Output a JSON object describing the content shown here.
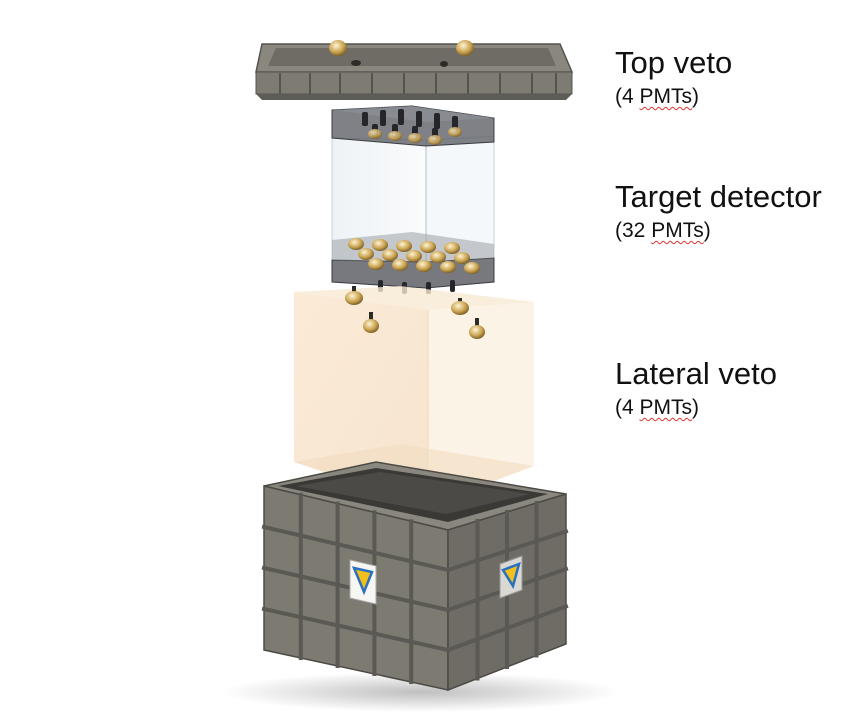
{
  "labels": {
    "top_veto": {
      "title": "Top veto",
      "open": "(4 ",
      "pmts": "PMTs",
      "close": ")"
    },
    "target_detector": {
      "title": "Target detector",
      "open": "(32 ",
      "pmts": "PMTs",
      "close": ")"
    },
    "lateral_veto": {
      "title": "Lateral veto",
      "open": "(4 ",
      "pmts": "PMTs",
      "close": ")"
    }
  },
  "components": {
    "top_veto": {
      "pmt_count": 4
    },
    "target_detector": {
      "pmt_count": 32
    },
    "lateral_veto": {
      "pmt_count": 4
    }
  },
  "colors": {
    "tank_gray": "#7a776f",
    "tank_dark": "#4c4a45",
    "lateral_veto_fill": "#f6e3c7",
    "target_acrylic": "#dfe6ec",
    "pmt_gold": "#c9a24f",
    "logo_blue": "#2a6fc0",
    "logo_yellow": "#f2c01b"
  }
}
